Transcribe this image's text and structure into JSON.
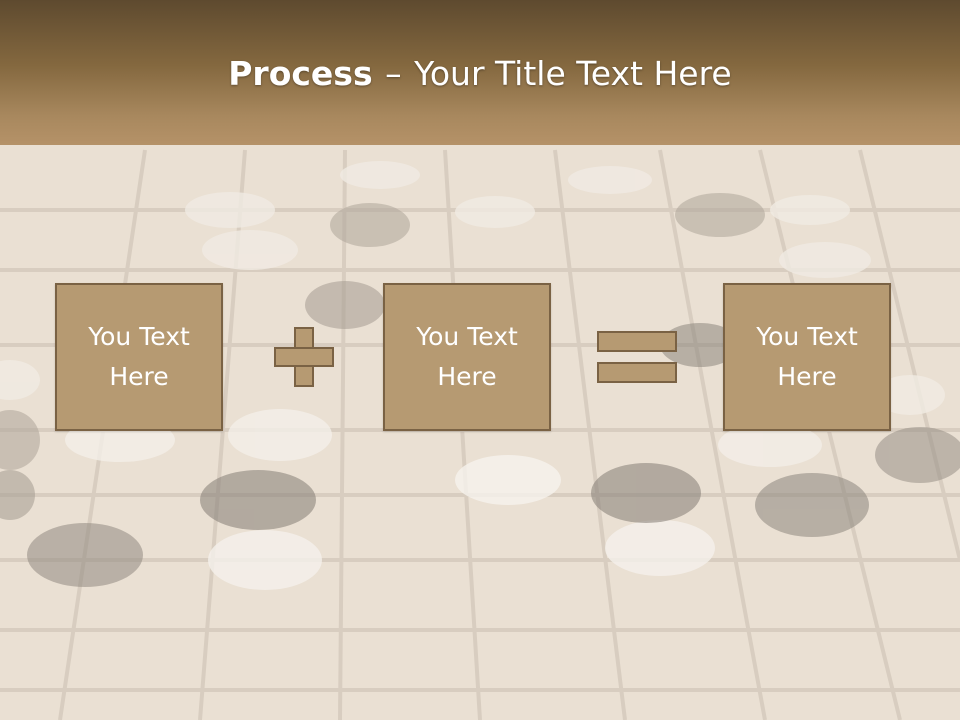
{
  "slide": {
    "title_bold": "Process",
    "title_separator": "–",
    "title_rest": "Your Title Text Here",
    "boxes": [
      {
        "label": "You Text Here"
      },
      {
        "label": "You Text Here"
      },
      {
        "label": "You Text Here"
      }
    ],
    "operators": [
      "plus-icon",
      "equals-icon"
    ]
  },
  "colors": {
    "header_dark": "#5e4a2f",
    "header_light": "#b59268",
    "box_fill": "#b69a72",
    "box_border": "#7a6244",
    "text": "#ffffff"
  }
}
